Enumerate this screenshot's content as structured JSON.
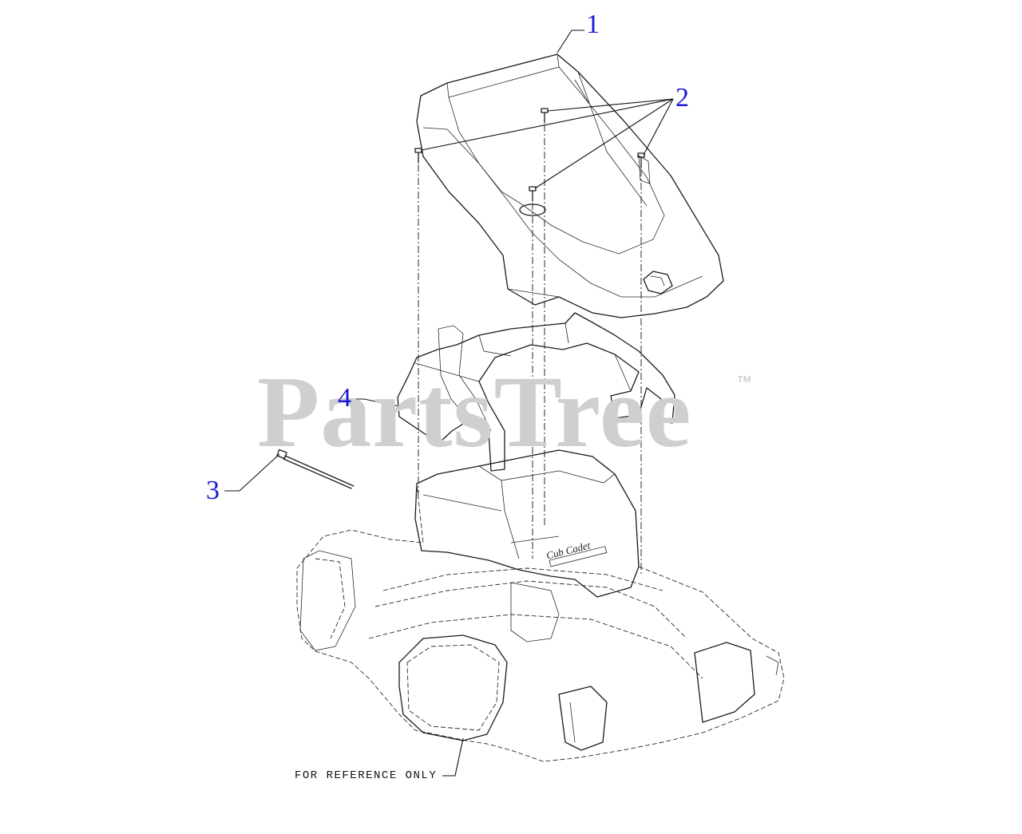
{
  "diagram": {
    "watermark": "PartsTree",
    "trademark": "™",
    "reference_note": "FOR REFERENCE ONLY",
    "logo_text": "Cub Cadet",
    "callouts": [
      {
        "id": "1",
        "label": "1"
      },
      {
        "id": "2",
        "label": "2"
      },
      {
        "id": "3",
        "label": "3"
      },
      {
        "id": "4",
        "label": "4"
      }
    ]
  }
}
